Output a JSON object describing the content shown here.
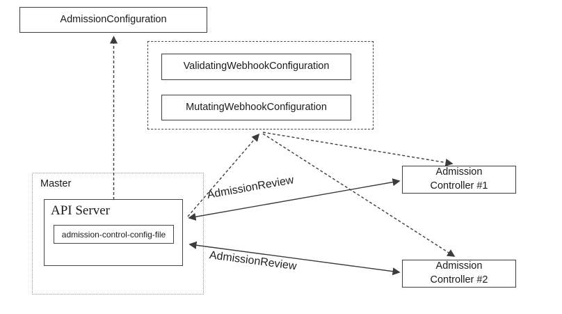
{
  "diagram": {
    "title_hint": "Kubernetes admission control webhook architecture",
    "admission_configuration": {
      "label": "AdmissionConfiguration"
    },
    "webhook_group": {
      "validating_label": "ValidatingWebhookConfiguration",
      "mutating_label": "MutatingWebhookConfiguration"
    },
    "master": {
      "label": "Master",
      "api_server_label": "API Server",
      "config_file_label": "admission-control-config-file"
    },
    "controllers": [
      {
        "line1": "Admission",
        "line2": "Controller #1"
      },
      {
        "line1": "Admission",
        "line2": "Controller #2"
      }
    ],
    "edge_labels": {
      "admission_review_1": "AdmissionReview",
      "admission_review_2": "AdmissionReview"
    },
    "edges": [
      {
        "from": "admission-control-config-file",
        "to": "admission-configuration",
        "style": "dashed",
        "arrow": "end"
      },
      {
        "from": "api-server",
        "to": "webhook-configuration-group",
        "style": "dashed",
        "arrow": "end"
      },
      {
        "from": "webhook-configuration-group",
        "to": "admission-controller-1",
        "style": "dashed",
        "arrow": "end"
      },
      {
        "from": "webhook-configuration-group",
        "to": "admission-controller-2",
        "style": "dashed",
        "arrow": "end"
      },
      {
        "from": "api-server",
        "to": "admission-controller-1",
        "style": "solid",
        "arrow": "both",
        "label": "AdmissionReview"
      },
      {
        "from": "api-server",
        "to": "admission-controller-2",
        "style": "solid",
        "arrow": "both",
        "label": "AdmissionReview"
      }
    ],
    "colors": {
      "background": "#ffffff",
      "line": "#3c3c3c",
      "solid_border": "#3d3d3d",
      "dotted_border": "#9a9a9a",
      "text": "#1a1a1a"
    }
  }
}
